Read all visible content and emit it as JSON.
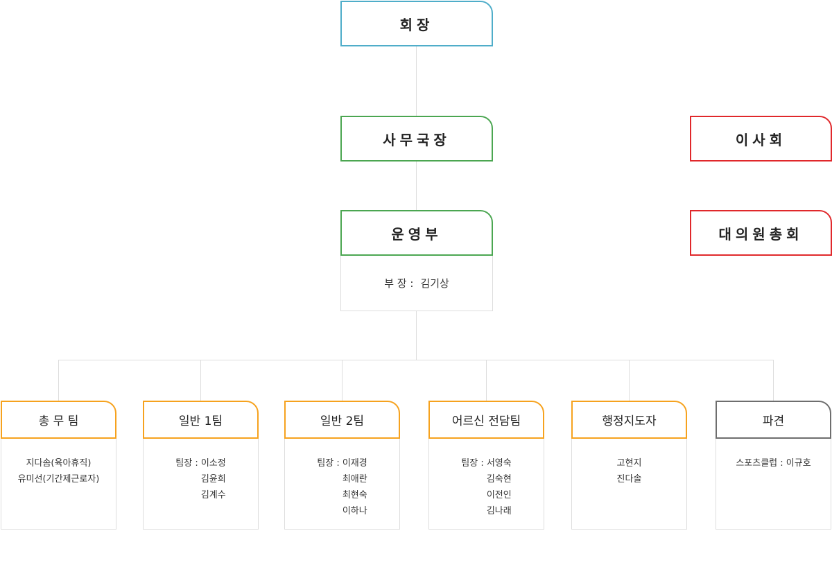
{
  "chart_data": {
    "type": "org-chart",
    "nodes": {
      "chairman": "회장",
      "secretary_general": "사무국장",
      "operations": "운영부",
      "board": "이사회",
      "assembly": "대의원총회"
    },
    "operations_head": {
      "title": "부 장 :",
      "name": "김기상"
    },
    "teams": [
      {
        "name": "총 무 팀",
        "members": [
          "지다솜(육아휴직)",
          "유미선(기간제근로자)"
        ]
      },
      {
        "name": "일반 1팀",
        "members": [
          "팀장 : 이소정",
          "김윤희",
          "김계수"
        ]
      },
      {
        "name": "일반 2팀",
        "members": [
          "팀장 : 이재경",
          "최애란",
          "최현숙",
          "이하나"
        ]
      },
      {
        "name": "어르신 전담팀",
        "members": [
          "팀장 : 서영숙",
          "김숙현",
          "이전인",
          "김나래"
        ]
      },
      {
        "name": "행정지도자",
        "members": [
          "고현지",
          "진다솔"
        ]
      },
      {
        "name": "파견",
        "members": [
          "스포츠클럽 : 이규호"
        ]
      }
    ]
  },
  "colors": {
    "chairman_border": "#4fadc9",
    "management_border": "#4ba651",
    "governance_border": "#e0282b",
    "team_border": "#f6a21e",
    "dispatch_border": "#6e6e6e",
    "connector": "#dddddd"
  }
}
